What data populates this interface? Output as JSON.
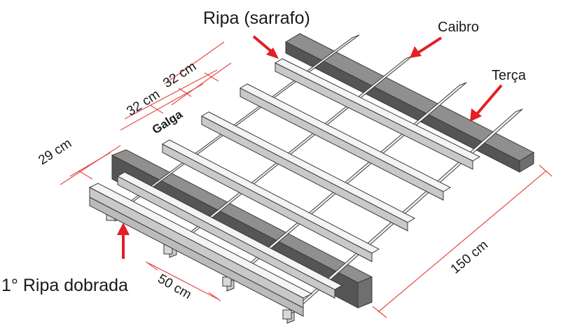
{
  "labels": {
    "ripa": "Ripa (sarrafo)",
    "caibro": "Caibro",
    "terca": "Terça",
    "galga": "Galga",
    "primeira_ripa": "1° Ripa dobrada"
  },
  "dimensions": {
    "galga_1": "32 cm",
    "galga_2": "32 cm",
    "first_gap": "29 cm",
    "rafter_spacing": "50 cm",
    "total_length": "150 cm"
  },
  "colors": {
    "arrow": "#e31e24",
    "dimension_line": "#e84a4a",
    "purlin_top": "#8f8f8f",
    "purlin_side": "#555555",
    "wood_light": "#f4f4f4",
    "wood_shade": "#c9c9c9",
    "outline": "#3a3a3a"
  }
}
